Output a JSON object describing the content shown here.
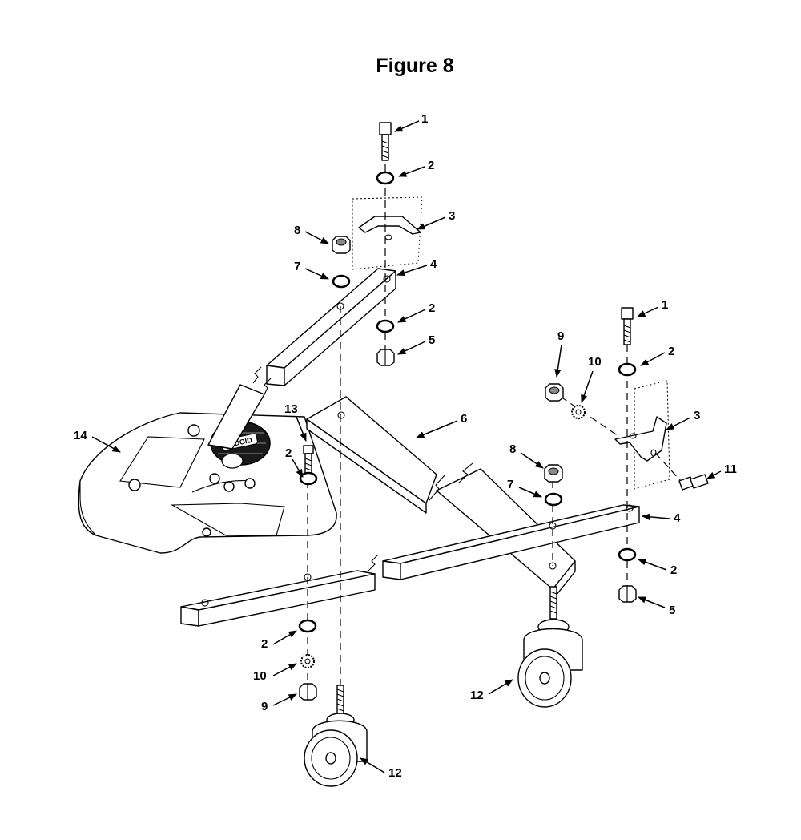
{
  "title": "Figure 8",
  "brand": "RIDGID",
  "callouts": {
    "c1_top": "1",
    "c2_a": "2",
    "c3_a": "3",
    "c8_a": "8",
    "c7_a": "7",
    "c4_a": "4",
    "c2_b": "2",
    "c5_a": "5",
    "c1_right": "1",
    "c9_a": "9",
    "c10_a": "10",
    "c2_c": "2",
    "c3_b": "3",
    "c13": "13",
    "c2_d": "2",
    "c6": "6",
    "c14": "14",
    "c11": "11",
    "c8_b": "8",
    "c7_b": "7",
    "c4_b": "4",
    "c2_e": "2",
    "c5_b": "5",
    "c2_f": "2",
    "c10_b": "10",
    "c9_b": "9",
    "c12_a": "12",
    "c12_b": "12"
  }
}
